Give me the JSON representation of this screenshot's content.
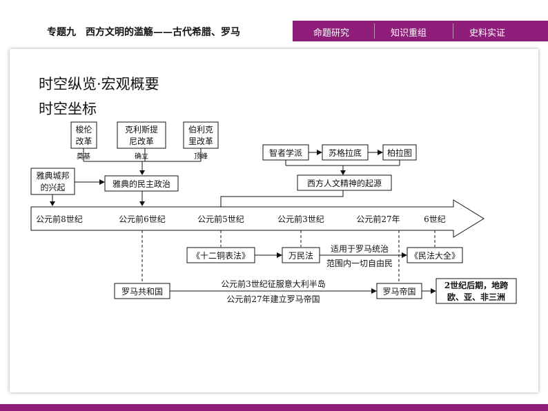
{
  "header": {
    "title": "专题九　西方文明的滥觞——古代希腊、罗马",
    "tabs": [
      "命题研究",
      "知识重组",
      "史料实证"
    ]
  },
  "section": {
    "heading": "时空纵览·宏观概要",
    "subheading": "时空坐标"
  },
  "greece": {
    "reforms": [
      {
        "line1": "梭伦",
        "line2": "改革",
        "role": "奠基"
      },
      {
        "line1": "克利斯提",
        "line2": "尼改革",
        "role": "确立"
      },
      {
        "line1": "伯利克",
        "line2": "里改革",
        "role": "顶峰"
      }
    ],
    "city_state": {
      "line1": "雅典城邦",
      "line2": "的兴起"
    },
    "democracy": "雅典的民主政治",
    "philosophers": [
      "智者学派",
      "苏格拉底",
      "柏拉图"
    ],
    "humanism": "西方人文精神的起源"
  },
  "timeline": {
    "labels": [
      "公元前8世纪",
      "公元前6世纪",
      "公元前5世纪",
      "公元前3世纪",
      "公元前27年",
      "6世纪"
    ]
  },
  "rome": {
    "laws": [
      "《十二铜表法》",
      "万民法",
      "《民法大全》"
    ],
    "law_note": {
      "line1": "适用于罗马统治",
      "line2": "范围内一切自由民"
    },
    "republic": "罗马共和国",
    "transition": {
      "line1": "公元前3世纪征服意大利半岛",
      "line2": "公元前27年建立罗马帝国"
    },
    "empire": "罗马帝国",
    "extent": {
      "line1": "2世纪后期，地跨",
      "line2": "欧、亚、非三洲"
    }
  },
  "colors": {
    "accent": "#8e1e7a"
  }
}
